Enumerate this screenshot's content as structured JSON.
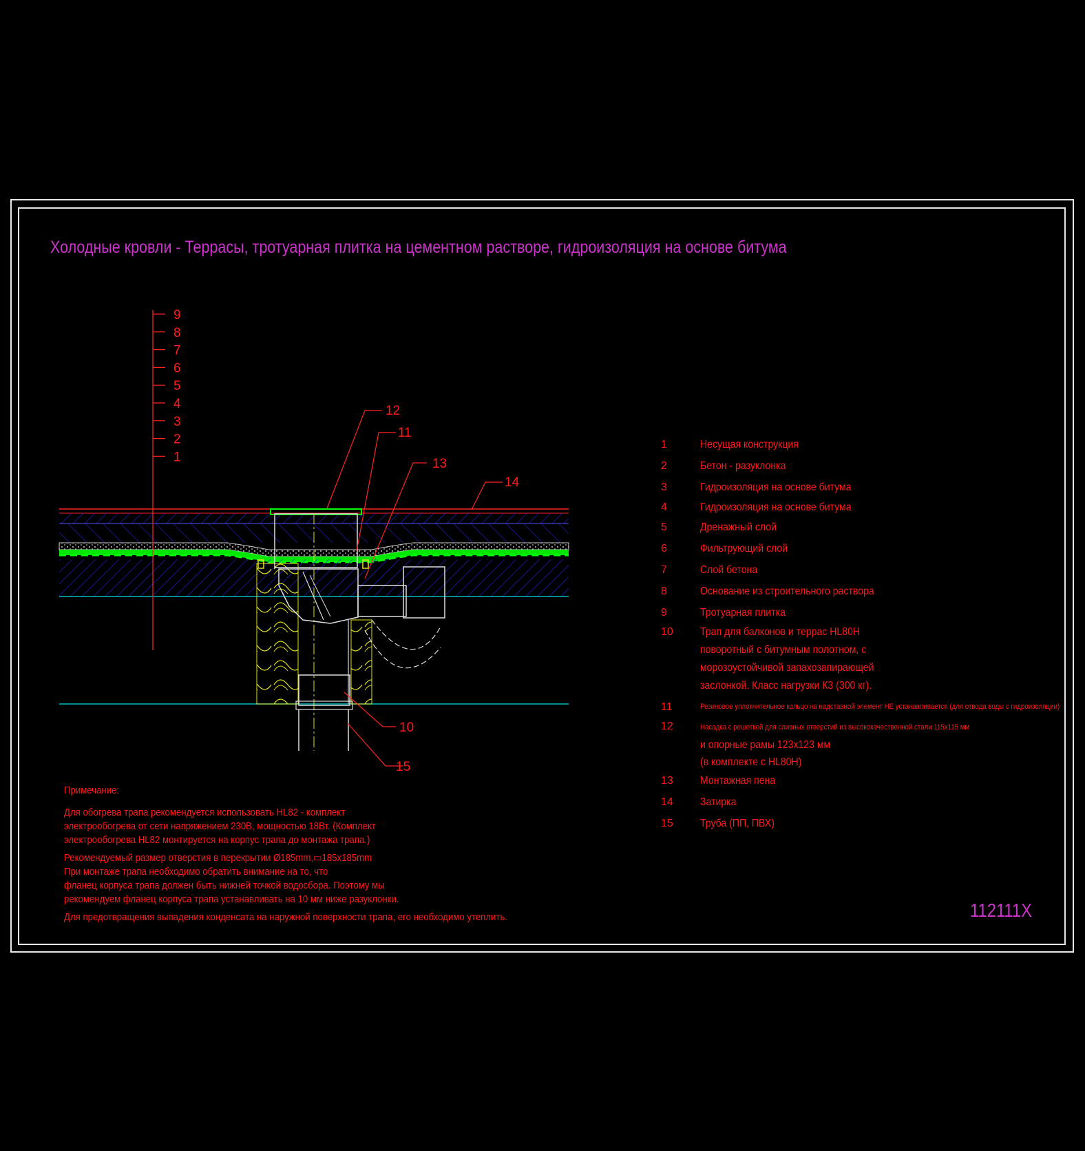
{
  "title": "Холодные кровли - Террасы, тротуарная плитка на цементном растворе, гидроизоляция на основе битума",
  "drawing_code": "112111X",
  "colors": {
    "background": "#000000",
    "frame": "#e8e8e8",
    "title": "#cc33cc",
    "text": "#ff1a1a",
    "hatch": "#2222dd",
    "drainage": "#00ff00",
    "insulation": "#e0e020",
    "lines": "#00bbbb"
  },
  "layer_callouts": [
    "9",
    "8",
    "7",
    "6",
    "5",
    "4",
    "3",
    "2",
    "1"
  ],
  "part_callouts": {
    "c12": "12",
    "c11": "11",
    "c13": "13",
    "c14": "14",
    "c10": "10",
    "c15": "15"
  },
  "legend": [
    {
      "num": "1",
      "text": "Несущая конструкция"
    },
    {
      "num": "2",
      "text": "Бетон - разуклонка"
    },
    {
      "num": "3",
      "text": "Гидроизоляция на основе битума"
    },
    {
      "num": "4",
      "text": "Гидроизоляция на основе битума"
    },
    {
      "num": "5",
      "text": "Дренажный слой"
    },
    {
      "num": "6",
      "text": "Фильтрующий слой"
    },
    {
      "num": "7",
      "text": "Слой бетона"
    },
    {
      "num": "8",
      "text": "Основание из строительного раствора"
    },
    {
      "num": "9",
      "text": "Тротуарная плитка"
    },
    {
      "num": "10",
      "lines": [
        "Трап для балконов и террас HL80H",
        "поворотный  с битумным полотном, с",
        "морозоустойчивой запахозапирающей",
        "заслонкой. Класс нагрузки К3 (300 кг)."
      ]
    },
    {
      "num": "11",
      "text": "Резиновое уплотнительное кольцо на надставной элемент НЕ устанавливается (для отвода воды с гидроизоляции)"
    },
    {
      "num": "12",
      "small": "Насадка с решеткой для сливных отверстий из высококачественной стали 115х115 мм",
      "lines": [
        "и опорные рамы 123х123 мм",
        "(в комплекте с HL80H)"
      ]
    },
    {
      "num": "13",
      "text": "Монтажная пена"
    },
    {
      "num": "14",
      "text": "Затирка"
    },
    {
      "num": "15",
      "text": "Труба (ПП, ПВХ)"
    }
  ],
  "notes": {
    "heading": "Примечание:",
    "para1": [
      "Для обогрева трапа рекомендуется использовать HL82 - комплект",
      "электрообогрева от сети напряжением 230В, мощностью 18Вт. (Комплект",
      "электрообогрева HL82 монтируется на корпус трапа до монтажа трапа.)"
    ],
    "para2": [
      "Рекомендуемый размер отверстия в перекрытии Ø185mm,▭185х185mm",
      "При монтаже трапа необходимо обратить внимание на то, что",
      "фланец корпуса трапа должен быть нижней точкой водосбора. Поэтому мы",
      "рекомендуем фланец корпуса трапа устанавливать на 10 мм ниже разуклонки."
    ],
    "para3": "Для предотвращения выпадения конденсата на наружной поверхности трапа, его необходимо утеплить."
  }
}
